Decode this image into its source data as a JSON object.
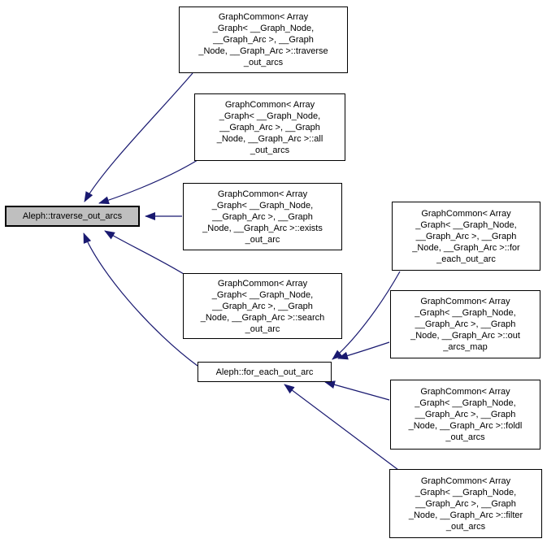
{
  "diagram": {
    "kind": "doxygen-caller-graph",
    "colors": {
      "edge": "#191970",
      "node_border": "#000000",
      "node_fill": "#ffffff",
      "highlight_fill": "#bfbfbf",
      "background": "#ffffff"
    },
    "nodes": {
      "target": {
        "label": "Aleph::traverse_out_arcs"
      },
      "traverse": {
        "label": "GraphCommon< Array\n_Graph< __Graph_Node,\n__Graph_Arc >, __Graph\n_Node, __Graph_Arc >::traverse\n_out_arcs"
      },
      "all": {
        "label": "GraphCommon< Array\n_Graph< __Graph_Node,\n__Graph_Arc >, __Graph\n_Node, __Graph_Arc >::all\n_out_arcs"
      },
      "exists": {
        "label": "GraphCommon< Array\n_Graph< __Graph_Node,\n__Graph_Arc >, __Graph\n_Node, __Graph_Arc >::exists\n_out_arc"
      },
      "search": {
        "label": "GraphCommon< Array\n_Graph< __Graph_Node,\n__Graph_Arc >, __Graph\n_Node, __Graph_Arc >::search\n_out_arc"
      },
      "foreach": {
        "label": "Aleph::for_each_out_arc"
      },
      "for_member": {
        "label": "GraphCommon< Array\n_Graph< __Graph_Node,\n__Graph_Arc >, __Graph\n_Node, __Graph_Arc >::for\n_each_out_arc"
      },
      "map": {
        "label": "GraphCommon< Array\n_Graph< __Graph_Node,\n__Graph_Arc >, __Graph\n_Node, __Graph_Arc >::out\n_arcs_map"
      },
      "foldl": {
        "label": "GraphCommon< Array\n_Graph< __Graph_Node,\n__Graph_Arc >, __Graph\n_Node, __Graph_Arc >::foldl\n_out_arcs"
      },
      "filter": {
        "label": "GraphCommon< Array\n_Graph< __Graph_Node,\n__Graph_Arc >, __Graph\n_Node, __Graph_Arc >::filter\n_out_arcs"
      }
    },
    "edges": [
      {
        "from": "GraphCommon::traverse_out_arcs",
        "to": "Aleph::traverse_out_arcs"
      },
      {
        "from": "GraphCommon::all_out_arcs",
        "to": "Aleph::traverse_out_arcs"
      },
      {
        "from": "GraphCommon::exists_out_arc",
        "to": "Aleph::traverse_out_arcs"
      },
      {
        "from": "GraphCommon::search_out_arc",
        "to": "Aleph::traverse_out_arcs"
      },
      {
        "from": "Aleph::for_each_out_arc",
        "to": "Aleph::traverse_out_arcs"
      },
      {
        "from": "GraphCommon::for_each_out_arc",
        "to": "Aleph::for_each_out_arc"
      },
      {
        "from": "GraphCommon::out_arcs_map",
        "to": "Aleph::for_each_out_arc"
      },
      {
        "from": "GraphCommon::foldl_out_arcs",
        "to": "Aleph::for_each_out_arc"
      },
      {
        "from": "GraphCommon::filter_out_arcs",
        "to": "Aleph::for_each_out_arc"
      }
    ]
  }
}
